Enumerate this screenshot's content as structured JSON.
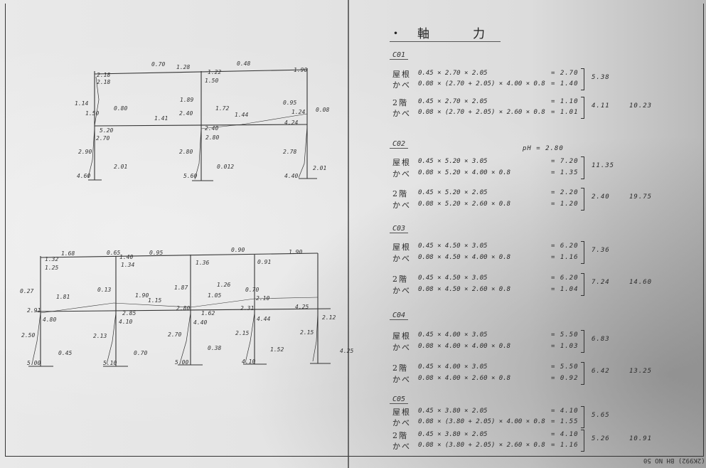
{
  "heading": "・軸　力",
  "sections": [
    {
      "label": "C01",
      "groups": [
        {
          "rows": [
            {
              "name": "屋根",
              "formula": "0.45 × 2.70 × 2.05",
              "value": "2.70"
            },
            {
              "name": "かべ",
              "formula": "0.08 × (2.70 + 2.05) × 4.00 × 0.8",
              "value": "1.40"
            }
          ],
          "subtotal": "5.38"
        },
        {
          "rows": [
            {
              "name": "2階",
              "formula": "0.45 × 2.70 × 2.05",
              "value": "1.10"
            },
            {
              "name": "かべ",
              "formula": "0.08 × (2.70 + 2.05) × 2.60 × 0.8",
              "value": "1.01"
            }
          ],
          "subtotal": "4.11"
        }
      ],
      "total": "10.23"
    },
    {
      "label": "C02",
      "note": "pH = 2.80",
      "groups": [
        {
          "rows": [
            {
              "name": "屋根",
              "formula": "0.45 × 5.20 × 3.05",
              "value": "7.20"
            },
            {
              "name": "かべ",
              "formula": "0.08 × 5.20 × 4.00 × 0.8",
              "value": "1.35"
            }
          ],
          "subtotal": "11.35"
        },
        {
          "rows": [
            {
              "name": "2階",
              "formula": "0.45 × 5.20 × 2.05",
              "value": "2.20"
            },
            {
              "name": "かべ",
              "formula": "0.08 × 5.20 × 2.60 × 0.8",
              "value": "1.20"
            }
          ],
          "subtotal": "2.40"
        }
      ],
      "total": "19.75"
    },
    {
      "label": "C03",
      "groups": [
        {
          "rows": [
            {
              "name": "屋根",
              "formula": "0.45 × 4.50 × 3.05",
              "value": "6.20"
            },
            {
              "name": "かべ",
              "formula": "0.08 × 4.50 × 4.00 × 0.8",
              "value": "1.16"
            }
          ],
          "subtotal": "7.36"
        },
        {
          "rows": [
            {
              "name": "2階",
              "formula": "0.45 × 4.50 × 3.05",
              "value": "6.20"
            },
            {
              "name": "かべ",
              "formula": "0.08 × 4.50 × 2.60 × 0.8",
              "value": "1.04"
            }
          ],
          "subtotal": "7.24"
        }
      ],
      "total": "14.60"
    },
    {
      "label": "C04",
      "groups": [
        {
          "rows": [
            {
              "name": "屋根",
              "formula": "0.45 × 4.00 × 3.05",
              "value": "5.50"
            },
            {
              "name": "かべ",
              "formula": "0.08 × 4.00 × 4.00 × 0.8",
              "value": "1.03"
            }
          ],
          "subtotal": "6.83"
        },
        {
          "rows": [
            {
              "name": "2階",
              "formula": "0.45 × 4.00 × 3.05",
              "value": "5.50"
            },
            {
              "name": "かべ",
              "formula": "0.08 × 4.00 × 2.60 × 0.8",
              "value": "0.92"
            }
          ],
          "subtotal": "6.42"
        }
      ],
      "total": "13.25"
    },
    {
      "label": "C05",
      "groups": [
        {
          "rows": [
            {
              "name": "屋根",
              "formula": "0.45 × 3.80 × 2.05",
              "value": "4.10"
            },
            {
              "name": "かべ",
              "formula": "0.08 × (3.80 + 2.05) × 4.00 × 0.8",
              "value": "1.55"
            }
          ],
          "subtotal": "5.65"
        },
        {
          "rows": [
            {
              "name": "2階",
              "formula": "0.45 × 3.80 × 2.05",
              "value": "4.10"
            },
            {
              "name": "かべ",
              "formula": "0.08 × (3.80 + 2.05) × 2.60 × 0.8",
              "value": "1.16"
            }
          ],
          "subtotal": "5.26"
        }
      ],
      "total": "10.91"
    }
  ],
  "frame_top_labels": [
    "0.70",
    "1.28",
    "0.48",
    "1.90",
    "2.18",
    "2.18",
    "1.22",
    "1.50",
    "1.14",
    "0.80",
    "1.50",
    "1.89",
    "2.40",
    "1.41",
    "1.72",
    "1.44",
    "0.95",
    "1.24",
    "0.08",
    "4.24",
    "5.20",
    "2.70",
    "2.90",
    "2.80",
    "2.80",
    "2.40",
    "2.78",
    "2.01",
    "0.012",
    "2.01",
    "4.60",
    "5.60",
    "4.40"
  ],
  "frame_bottom_labels": [
    "1.68",
    "0.65",
    "0.95",
    "0.90",
    "1.90",
    "1.32",
    "1.25",
    "1.40",
    "1.34",
    "1.36",
    "0.91",
    "0.27",
    "1.81",
    "0.13",
    "1.90",
    "1.87",
    "1.26",
    "1.15",
    "1.05",
    "0.70",
    "2.91",
    "2.85",
    "2.80",
    "1.62",
    "2.31",
    "2.10",
    "4.25",
    "4.80",
    "4.10",
    "4.40",
    "4.44",
    "2.12",
    "2.50",
    "2.13",
    "2.70",
    "2.15",
    "2.15",
    "0.45",
    "0.70",
    "0.38",
    "1.52",
    "4.25",
    "5.00",
    "5.10",
    "5.00",
    "4.10"
  ],
  "footer": "(2K992) BH NO 50"
}
